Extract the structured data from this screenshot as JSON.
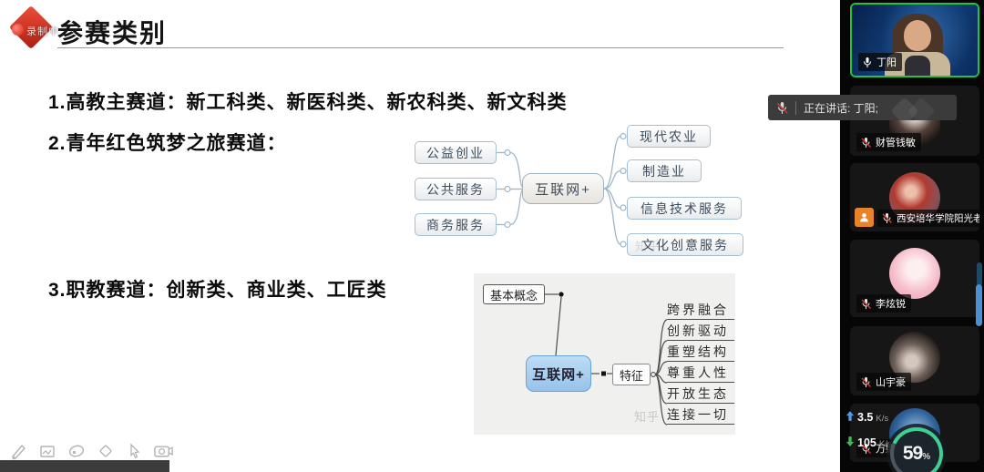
{
  "slide": {
    "recording_label": "录制中",
    "title": "参赛类别",
    "items": [
      "1.高教主赛道：新工科类、新医科类、新农科类、新文科类",
      "2.青年红色筑梦之旅赛道：",
      "3.职教赛道：创新类、商业类、工匠类"
    ],
    "mindmap1": {
      "center": "互联网+",
      "left": [
        "公益创业",
        "公共服务",
        "商务服务"
      ],
      "right": [
        "现代农业",
        "制造业",
        "信息技术服务",
        "文化创意服务"
      ]
    },
    "mindmap2": {
      "concept": "基本概念",
      "center": "互联网+",
      "feature": "特征",
      "features": [
        "跨界融合",
        "创新驱动",
        "重塑结构",
        "尊重人性",
        "开放生态",
        "连接一切"
      ],
      "watermark": "知乎"
    }
  },
  "toolbar": {
    "icons": [
      "pen",
      "board",
      "laser",
      "eraser",
      "cursor",
      "camera"
    ]
  },
  "sidebar": {
    "speaking_banner": "正在讲话: 丁阳;",
    "participants": [
      {
        "name": "丁阳",
        "mic": "on",
        "speaking": true
      },
      {
        "name": "财管钱敏",
        "mic": "muted"
      },
      {
        "name": "西安培华学院阳光老师",
        "mic": "muted",
        "badge": "hand-raised"
      },
      {
        "name": "李炫锐",
        "mic": "muted"
      },
      {
        "name": "山宇豪",
        "mic": "muted"
      },
      {
        "name": "万娜娜",
        "mic": "muted"
      }
    ],
    "stats": {
      "upload": "3.5",
      "upload_unit": "K/s",
      "download": "105",
      "download_unit": "K/s",
      "cpu": "59",
      "cpu_unit": "%"
    }
  },
  "colors": {
    "speaking_border": "#23c343",
    "accent_red": "#cf3322",
    "gauge_green": "#3ecf92",
    "upload_blue": "#4a9fe8",
    "download_green": "#3dba54",
    "map_blue_fill": "#a9cff1"
  }
}
